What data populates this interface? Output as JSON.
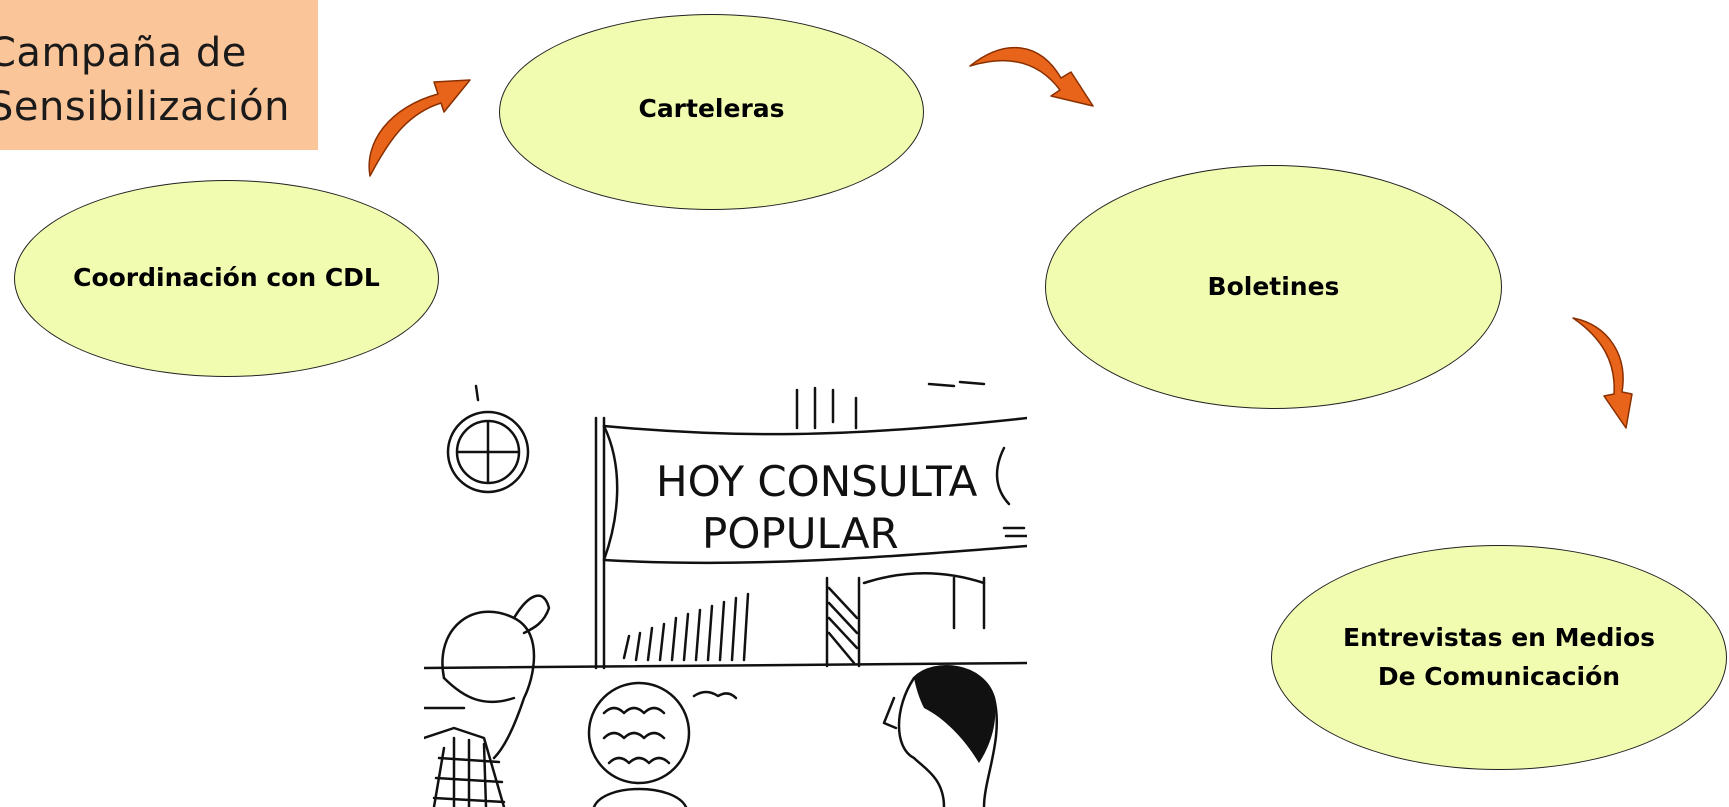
{
  "title": {
    "line1": "Campaña de",
    "line2": "Sensibilización"
  },
  "nodes": {
    "carteleras": "Carteleras",
    "coordinacion": "Coordinación con CDL",
    "boletines": "Boletines",
    "entrevistas": "Entrevistas en Medios\nDe Comunicación"
  },
  "illustration": {
    "banner_line1": "HOY CONSULTA",
    "banner_line2": "POPULAR"
  },
  "colors": {
    "title_bg": "#fbc59a",
    "node_fill": "#f1fcb1",
    "arrow": "#e8641a"
  }
}
